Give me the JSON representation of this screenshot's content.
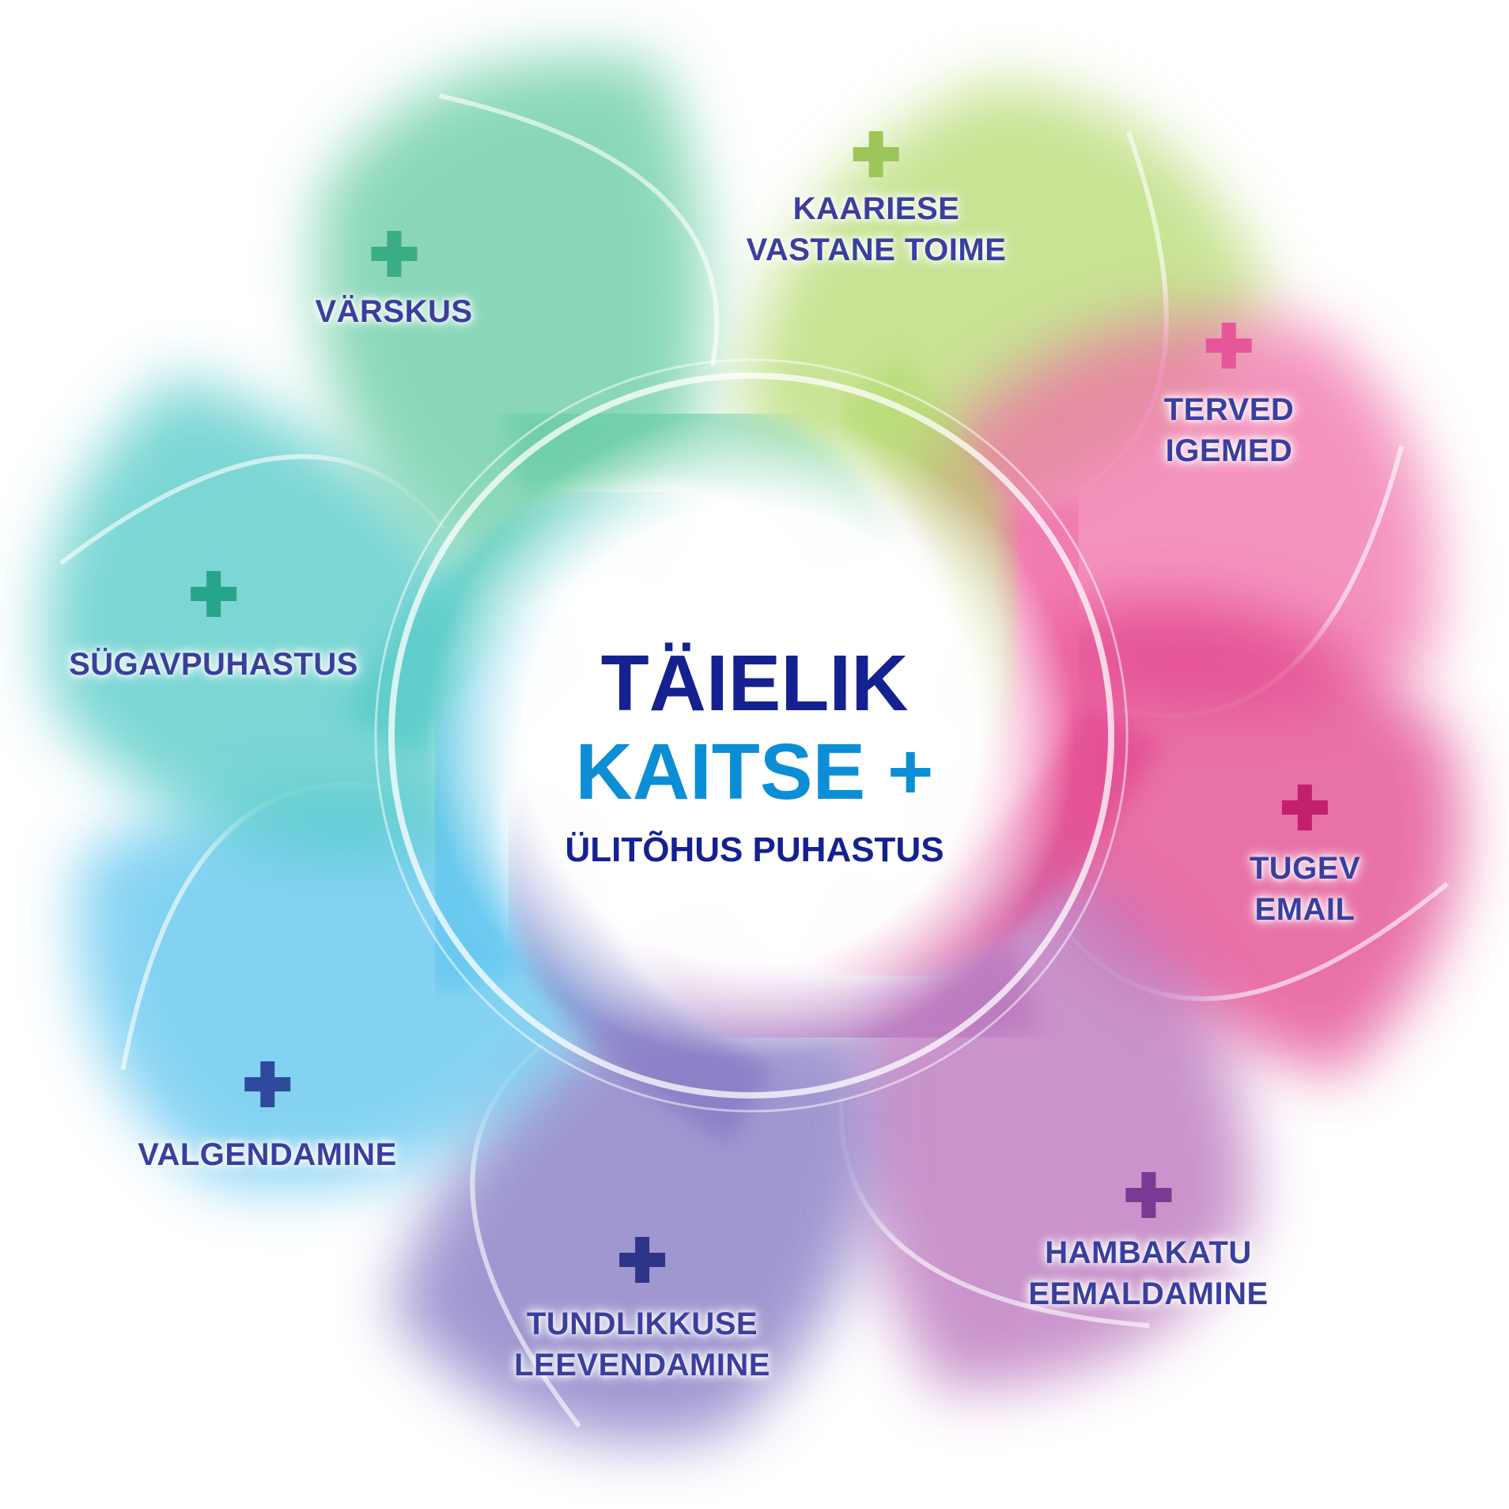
{
  "center": {
    "line1": "TÄIELIK",
    "line2": "KAITSE +",
    "line3": "ÜLITÕHUS PUHASTUS"
  },
  "benefits": [
    {
      "label": "KAARIESE\nVASTANE TOIME",
      "plus_color": "#9cc65a",
      "petal_color": "#b3d96a"
    },
    {
      "label": "TERVED\nIGEMED",
      "plus_color": "#e8569a",
      "petal_color": "#f06aa6"
    },
    {
      "label": "TUGEV\nEMAIL",
      "plus_color": "#c21f6e",
      "petal_color": "#e03a86"
    },
    {
      "label": "HAMBAKATU\nEEMALDAMINE",
      "plus_color": "#7a3a93",
      "petal_color": "#b56bb8"
    },
    {
      "label": "TUNDLIKKUSE\nLEEVENDAMINE",
      "plus_color": "#2e3588",
      "petal_color": "#7c6fc0"
    },
    {
      "label": "VALGENDAMINE",
      "plus_color": "#2f4a9c",
      "petal_color": "#56c2ee"
    },
    {
      "label": "SÜGAVPUHASTUS",
      "plus_color": "#27a58a",
      "petal_color": "#48c7c4"
    },
    {
      "label": "VÄRSKUS",
      "plus_color": "#3aad84",
      "petal_color": "#5dc99e"
    }
  ]
}
